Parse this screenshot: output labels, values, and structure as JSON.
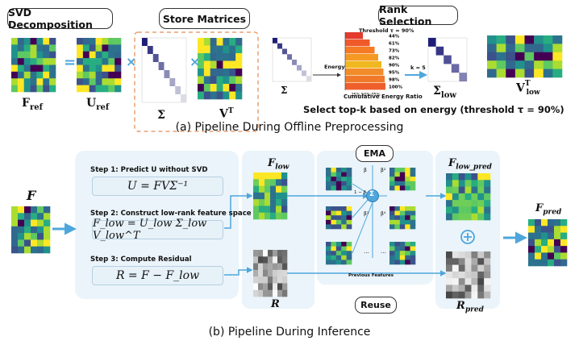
{
  "top": {
    "svd_title": "SVD Decomposition",
    "store_title": "Store Matrices",
    "rank_title": "Rank Selection",
    "threshold": "Threshold τ = 90%",
    "energy": "Energy",
    "cumulative_label": "Cumulative Energy Ratio",
    "k_label": "k = 5",
    "percent_ticks": [
      "25%",
      "50%",
      "75%"
    ],
    "bar_percents": [
      "44%",
      "61%",
      "73%",
      "82%",
      "90%",
      "95%",
      "98%",
      "100%"
    ],
    "bar_values": [
      0.44,
      0.61,
      0.73,
      0.82,
      0.9,
      0.95,
      0.98,
      1.0
    ],
    "bar_colors": [
      "#e33b2e",
      "#f05a2a",
      "#f57b25",
      "#f49a22",
      "#f0b820",
      "#f28c2a",
      "#f07a2a",
      "#ef5f2c"
    ],
    "eq_sign": "=",
    "times_sign": "×",
    "labels": {
      "F_ref": "F",
      "F_ref_sub": "ref",
      "U_ref": "U",
      "U_ref_sub": "ref",
      "sigma": "Σ",
      "VT": "V",
      "VT_sup": "T",
      "sigma_low": "Σ",
      "sigma_low_sub": "low",
      "VT_low": "V",
      "VT_low_sup": "T",
      "VT_low_sub": "low"
    },
    "select_text": "Select top-k based on energy (threshold τ = 90%)",
    "caption": "(a) Pipeline During Offline Preprocessing"
  },
  "bottom": {
    "F_label": "F",
    "step1": "Step 1: Predict U without SVD",
    "eq1": "U = FVΣ⁻¹",
    "step2": "Step 2: Construct low-rank feature space",
    "eq2": "F_low = U_low Σ_low V_low^T",
    "step3": "Step 3: Compute Residual",
    "eq3": "R = F − F_low",
    "F_low": "F",
    "F_low_sub": "low",
    "R": "R",
    "ema": "EMA",
    "reuse": "Reuse",
    "prev_features": "Previous Features",
    "weights": [
      "β",
      "β²",
      "β³",
      "β⁴"
    ],
    "one_minus_beta": "1 − β",
    "sum": "Σ",
    "ellipsis": "...",
    "F_low_pred": "F",
    "F_low_pred_sub": "low_pred",
    "plus": "⊕",
    "R_pred": "R",
    "R_pred_sub": "pred",
    "F_pred": "F",
    "F_pred_sub": "pred",
    "caption": "(b) Pipeline During Inference"
  }
}
